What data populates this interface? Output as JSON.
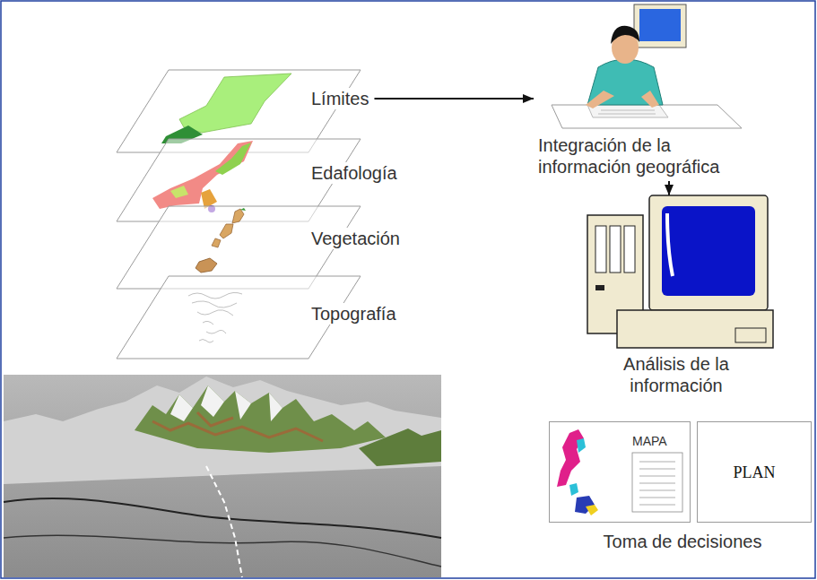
{
  "diagram": {
    "nodes": [
      {
        "text": [
          "Límites"
        ]
      },
      {
        "text": [
          "Edafología"
        ]
      },
      {
        "text": [
          "Vegetación"
        ]
      },
      {
        "text": [
          "Topografía"
        ]
      },
      {
        "text": [
          "Integración de la información geográfica"
        ]
      },
      {
        "text": [
          "Análisis de la información"
        ]
      },
      {
        "text": [
          "MAPA"
        ]
      },
      {
        "text": [
          "PLAN"
        ]
      }
    ],
    "edges": [
      {
        "from": 0,
        "to": 4,
        "arrow": "to"
      },
      {
        "from": 4,
        "to": 5,
        "arrow": "to"
      }
    ],
    "labels": [
      "Toma de decisiones"
    ]
  }
}
